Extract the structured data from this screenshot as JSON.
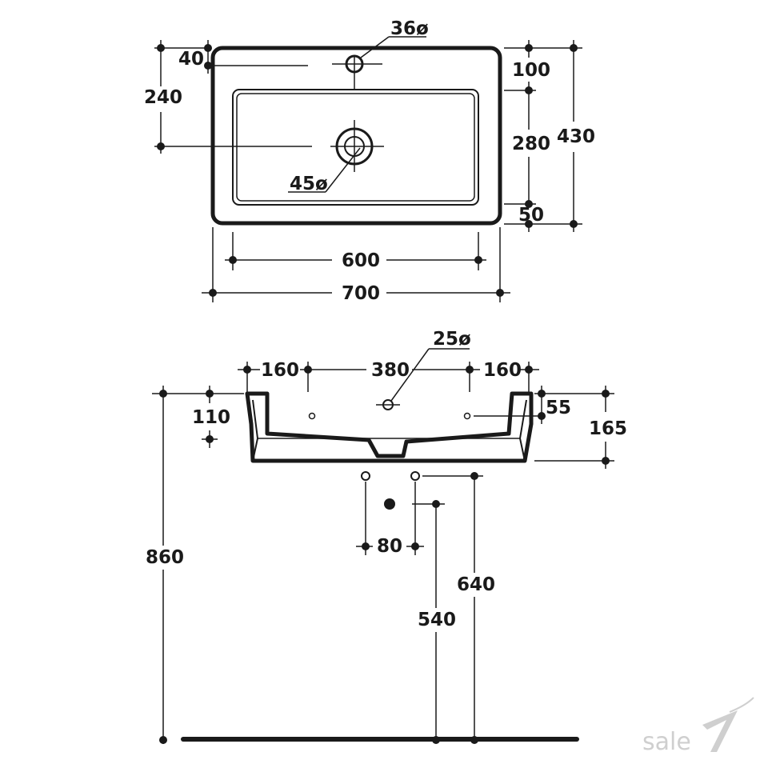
{
  "top_view": {
    "diameter_tap": "36ø",
    "diameter_drain": "45ø",
    "dim_40": "40",
    "dim_240": "240",
    "dim_100": "100",
    "dim_280": "280",
    "dim_430": "430",
    "dim_50": "50",
    "dim_600": "600",
    "dim_700": "700"
  },
  "front_view": {
    "diameter_overflow": "25ø",
    "dim_160_left": "160",
    "dim_380": "380",
    "dim_160_right": "160",
    "dim_110": "110",
    "dim_55": "55",
    "dim_165": "165",
    "dim_860": "860",
    "dim_80": "80",
    "dim_640": "640",
    "dim_540": "540"
  },
  "watermark": {
    "text": "sale"
  },
  "colors": {
    "ink": "#1a1a1a",
    "watermark": "#cfcfcf"
  }
}
